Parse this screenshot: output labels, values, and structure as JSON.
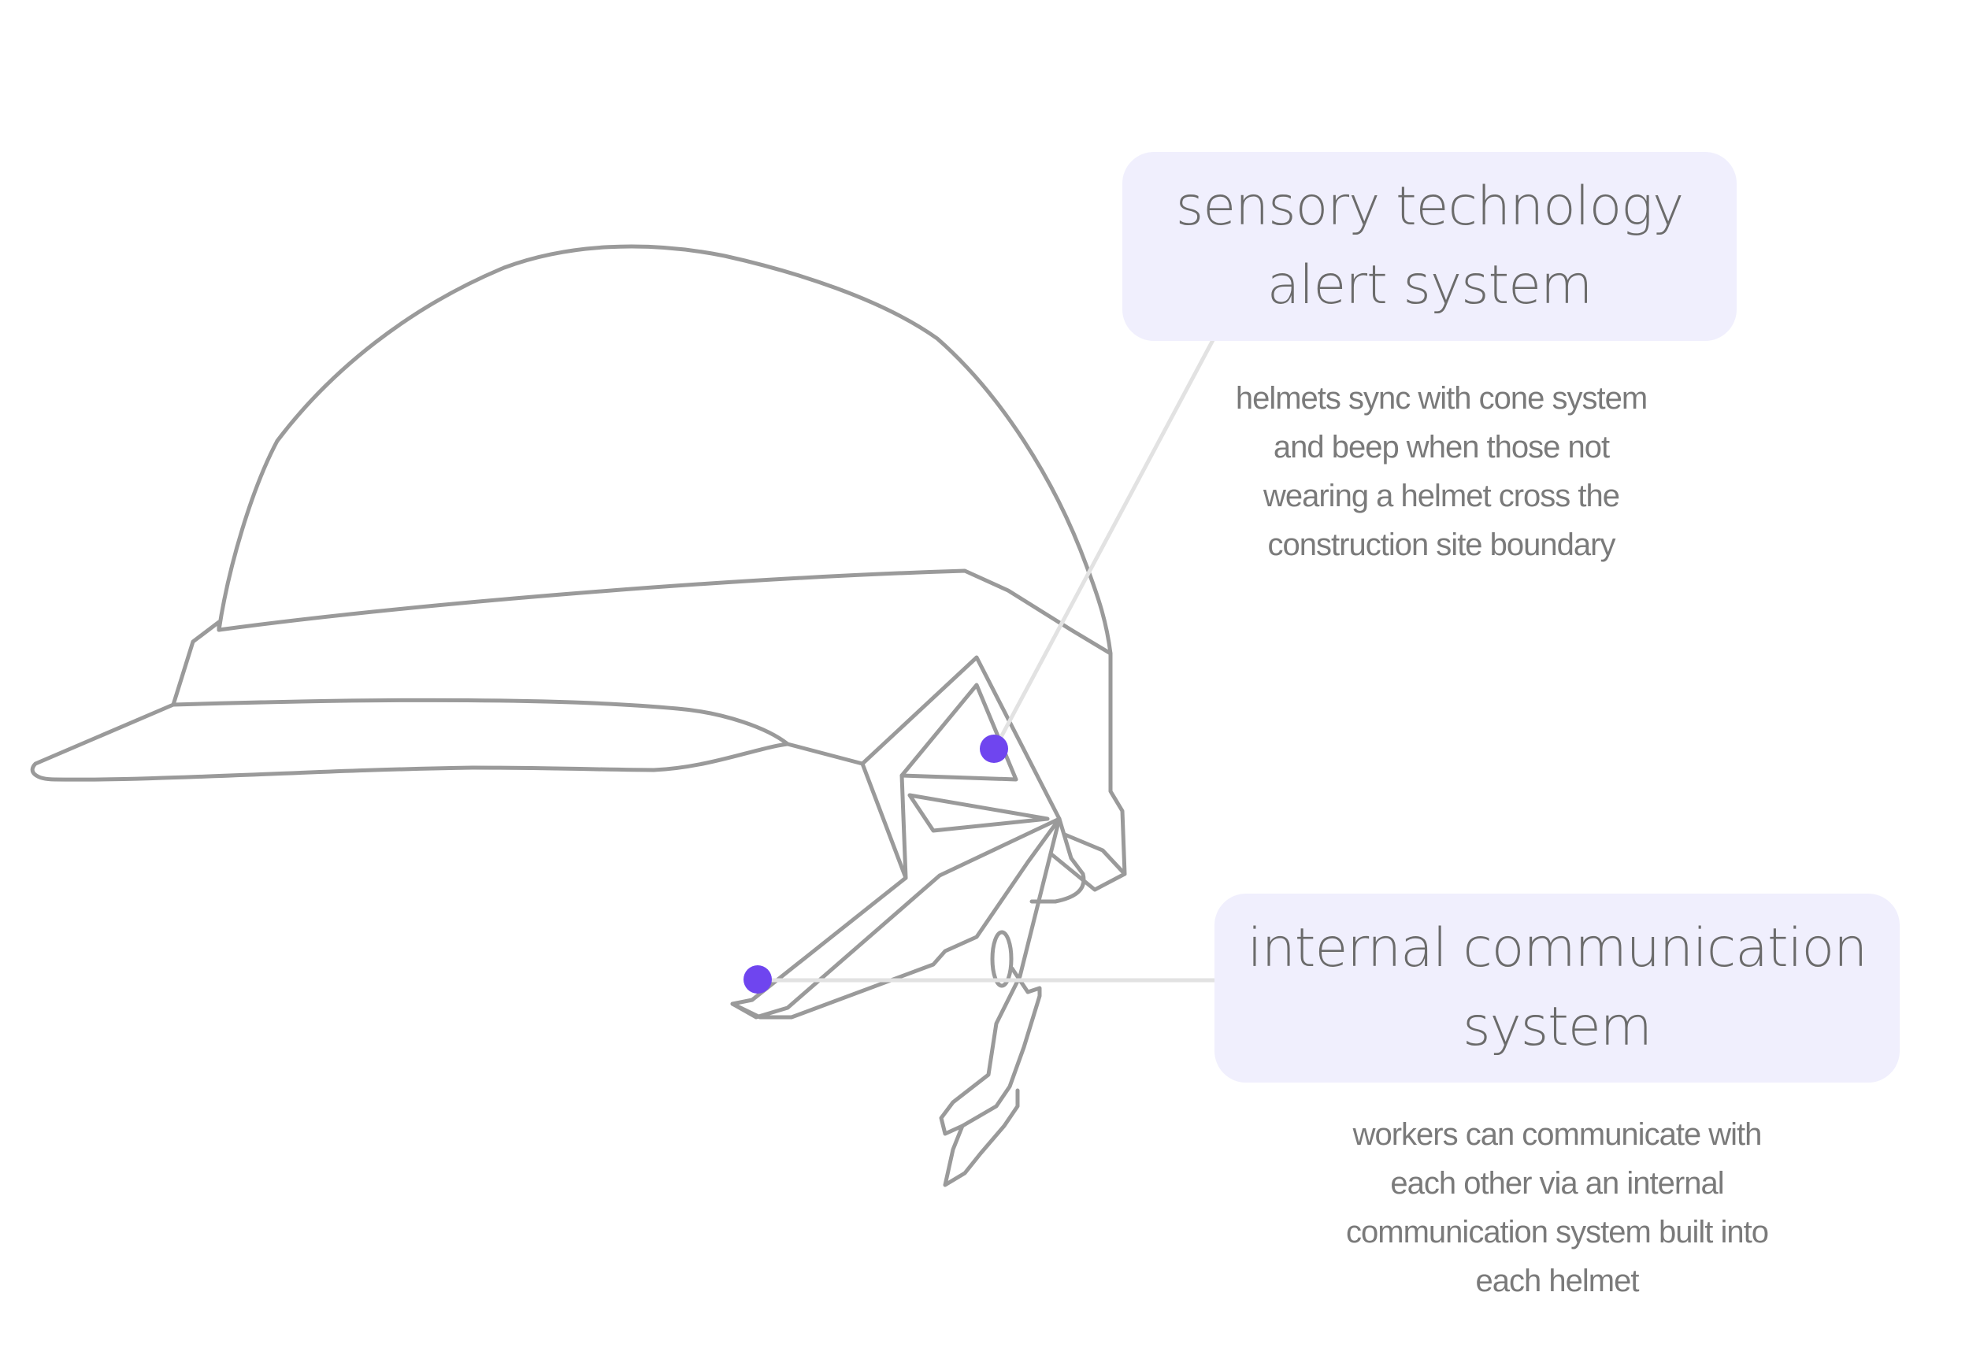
{
  "colors": {
    "outline": "#9a9a9a",
    "marker": "#6f45ef",
    "leader": "#e2e2e2",
    "box_bg": "#f0effd",
    "text": "#6b6b6b"
  },
  "callouts": [
    {
      "title_lines": [
        "sensory technology",
        "alert system"
      ],
      "desc_lines": [
        "helmets sync with cone system",
        "and beep when those not",
        "wearing a helmet cross the",
        "construction site boundary"
      ]
    },
    {
      "title_lines": [
        "internal communication",
        "system"
      ],
      "desc_lines": [
        "workers can communicate with",
        "each other via an internal",
        "communication system built into",
        "each helmet"
      ]
    }
  ]
}
